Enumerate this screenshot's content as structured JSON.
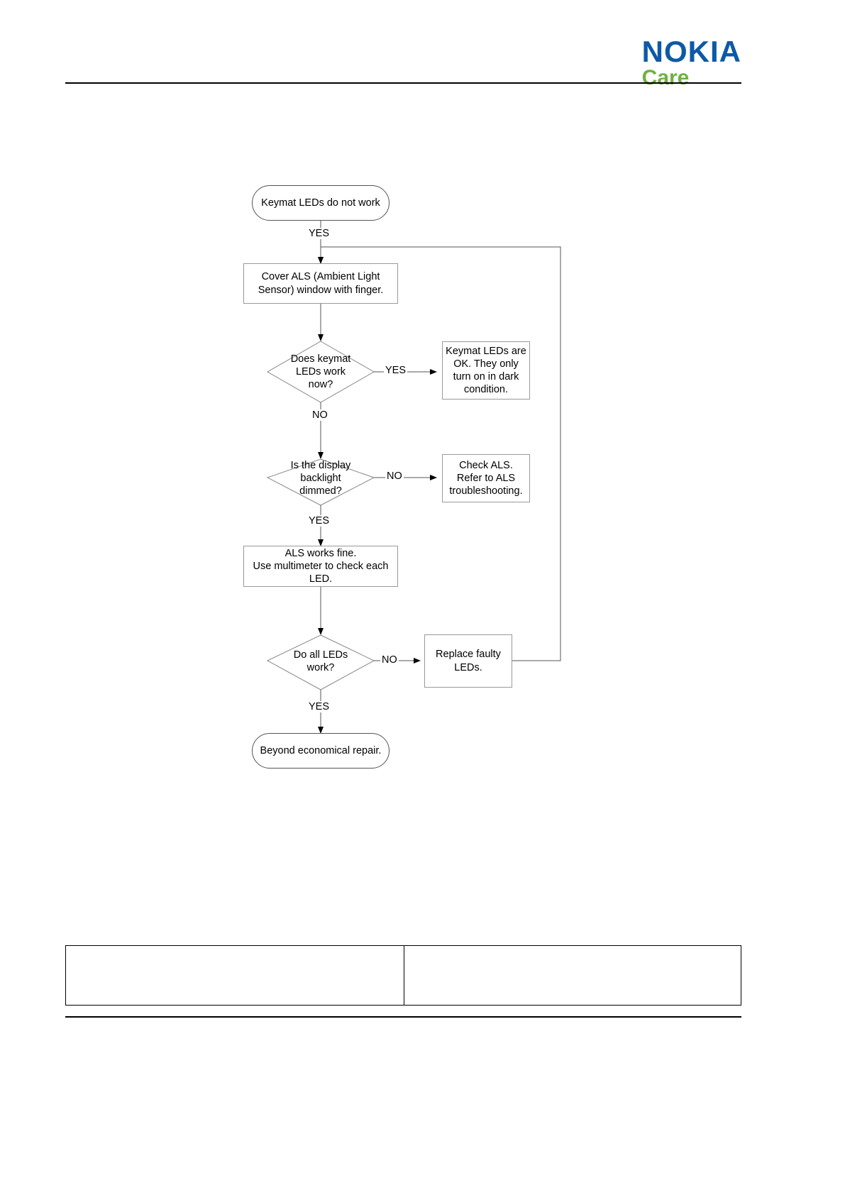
{
  "header": {
    "brand_primary": "NOKIA",
    "brand_secondary": "Care",
    "color_primary": "#0E59A6",
    "color_secondary": "#6DB33F"
  },
  "chart_data": {
    "type": "diagram",
    "diagram_kind": "flowchart",
    "title": "Keymat LEDs troubleshooting flowchart",
    "nodes": [
      {
        "id": "start",
        "shape": "terminal",
        "text": "Keymat LEDs do not work"
      },
      {
        "id": "cover_als",
        "shape": "process",
        "text": "Cover ALS (Ambient Light Sensor) window with finger."
      },
      {
        "id": "q_keymat",
        "shape": "decision",
        "text": "Does keymat LEDs work now?"
      },
      {
        "id": "leds_ok",
        "shape": "process",
        "text": "Keymat LEDs are OK. They only turn on in dark condition."
      },
      {
        "id": "q_backlight",
        "shape": "decision",
        "text": "Is the display backlight dimmed?"
      },
      {
        "id": "check_als",
        "shape": "process",
        "text": "Check ALS. Refer to ALS troubleshooting."
      },
      {
        "id": "als_fine",
        "shape": "process",
        "text": "ALS works fine. Use multimeter to check each LED."
      },
      {
        "id": "q_all_leds",
        "shape": "decision",
        "text": "Do all LEDs work?"
      },
      {
        "id": "replace_leds",
        "shape": "process",
        "text": "Replace faulty LEDs."
      },
      {
        "id": "ber",
        "shape": "terminal",
        "text": "Beyond economical repair."
      }
    ],
    "edges": [
      {
        "from": "start",
        "to": "cover_als",
        "label": "YES"
      },
      {
        "from": "cover_als",
        "to": "q_keymat",
        "label": ""
      },
      {
        "from": "q_keymat",
        "to": "leds_ok",
        "label": "YES"
      },
      {
        "from": "q_keymat",
        "to": "q_backlight",
        "label": "NO"
      },
      {
        "from": "q_backlight",
        "to": "check_als",
        "label": "NO"
      },
      {
        "from": "q_backlight",
        "to": "als_fine",
        "label": "YES"
      },
      {
        "from": "als_fine",
        "to": "q_all_leds",
        "label": ""
      },
      {
        "from": "q_all_leds",
        "to": "replace_leds",
        "label": "NO"
      },
      {
        "from": "q_all_leds",
        "to": "ber",
        "label": "YES"
      },
      {
        "from": "replace_leds",
        "to": "cover_als",
        "label": ""
      }
    ]
  },
  "flow": {
    "start_text": "Keymat LEDs do not work",
    "label_start_yes": "YES",
    "cover_als_line1": "Cover ALS (Ambient Light",
    "cover_als_line2": "Sensor) window with finger.",
    "q_keymat_line1": "Does keymat",
    "q_keymat_line2": "LEDs work",
    "q_keymat_line3": "now?",
    "label_keymat_yes": "YES",
    "label_keymat_no": "NO",
    "leds_ok_line1": "Keymat LEDs are",
    "leds_ok_line2": "OK. They only",
    "leds_ok_line3": "turn on in dark",
    "leds_ok_line4": "condition.",
    "q_backlight_line1": "Is the display",
    "q_backlight_line2": "backlight",
    "q_backlight_line3": "dimmed?",
    "label_backlight_no": "NO",
    "label_backlight_yes": "YES",
    "check_als_line1": "Check ALS.",
    "check_als_line2": "Refer to ALS",
    "check_als_line3": "troubleshooting.",
    "als_fine_line1": "ALS works fine.",
    "als_fine_line2": "Use multimeter to check each",
    "als_fine_line3": "LED.",
    "q_all_line1": "Do all LEDs",
    "q_all_line2": "work?",
    "label_all_no": "NO",
    "label_all_yes": "YES",
    "replace_line1": "Replace faulty",
    "replace_line2": "LEDs.",
    "ber_text": "Beyond economical repair."
  },
  "footer": {
    "cell_left": "",
    "cell_right": ""
  }
}
